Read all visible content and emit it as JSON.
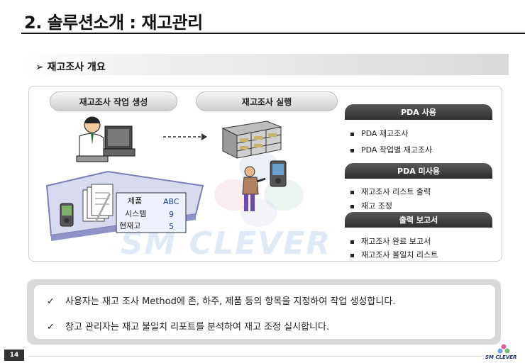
{
  "header": {
    "title": "2. 솔루션소개 : 재고관리"
  },
  "section": {
    "title": "➢ 재고조사 개요"
  },
  "steps": {
    "create": "재고조사 작업 생성",
    "run": "재고조사 실행"
  },
  "card": {
    "rows": [
      {
        "label": "제품",
        "value": "ABC"
      },
      {
        "label": "시스템",
        "value": "9"
      },
      {
        "label": "현재고",
        "value": "5"
      }
    ]
  },
  "right_panel": {
    "pda_use": {
      "heading": "PDA  사용",
      "items": [
        "PDA 재고조사",
        "PDA 작업별 재고조사"
      ]
    },
    "pda_nouse": {
      "heading": "PDA  미사용",
      "items": [
        "재고조사 리스트 출력",
        "재고 조정"
      ]
    },
    "report": {
      "heading": "출력 보고서",
      "items": [
        "재고조사 완료 보고서",
        "재고조사 불일치 리스트"
      ]
    }
  },
  "info": {
    "check_glyph": "✓",
    "lines": [
      "사용자는 재고 조사 Method에 존, 하주, 제품 등의 항목을 지정하여 작업 생성합니다.",
      "창고 관리자는 재고 불일치 리포트를 분석하여 재고 조정 실시합니다."
    ]
  },
  "watermark": "SM CLEVER",
  "footer": {
    "page_number": "14",
    "brand": "SM CLEVER"
  },
  "colors": {
    "dark_header": "#3a3a3a",
    "value_blue": "#1a3fa0",
    "panel_border": "#cfcfcf"
  }
}
